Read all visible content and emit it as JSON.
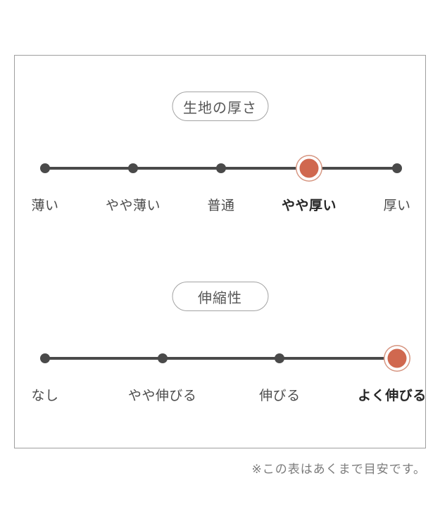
{
  "scales": [
    {
      "title": "生地の厚さ",
      "options": [
        {
          "label": "薄い",
          "selected": false
        },
        {
          "label": "やや薄い",
          "selected": false
        },
        {
          "label": "普通",
          "selected": false
        },
        {
          "label": "やや厚い",
          "selected": true
        },
        {
          "label": "厚い",
          "selected": false
        }
      ]
    },
    {
      "title": "伸縮性",
      "options": [
        {
          "label": "なし",
          "selected": false
        },
        {
          "label": "やや伸びる",
          "selected": false
        },
        {
          "label": "伸びる",
          "selected": false
        },
        {
          "label": "よく伸びる",
          "selected": true
        }
      ]
    }
  ],
  "footnote": "※この表はあくまで目安です。",
  "colors": {
    "accent": "#d0684f",
    "accent_ring": "#d69580",
    "line": "#4a4a4a",
    "box_border": "#9f9f9f",
    "label_text": "#4b4b4b",
    "footnote_text": "#7c7c7c"
  },
  "chart_data": [
    {
      "type": "scatter",
      "title": "生地の厚さ",
      "categories": [
        "薄い",
        "やや薄い",
        "普通",
        "やや厚い",
        "厚い"
      ],
      "selected_category": "やや厚い",
      "selected_index": 3,
      "marker_color": "#d0684f",
      "layout": "horizontal ordinal scale, evenly spaced points, selected point highlighted with ringed dot"
    },
    {
      "type": "scatter",
      "title": "伸縮性",
      "categories": [
        "なし",
        "やや伸びる",
        "伸びる",
        "よく伸びる"
      ],
      "selected_category": "よく伸びる",
      "selected_index": 3,
      "marker_color": "#d0684f",
      "layout": "horizontal ordinal scale, evenly spaced points, selected point highlighted with ringed dot"
    }
  ]
}
